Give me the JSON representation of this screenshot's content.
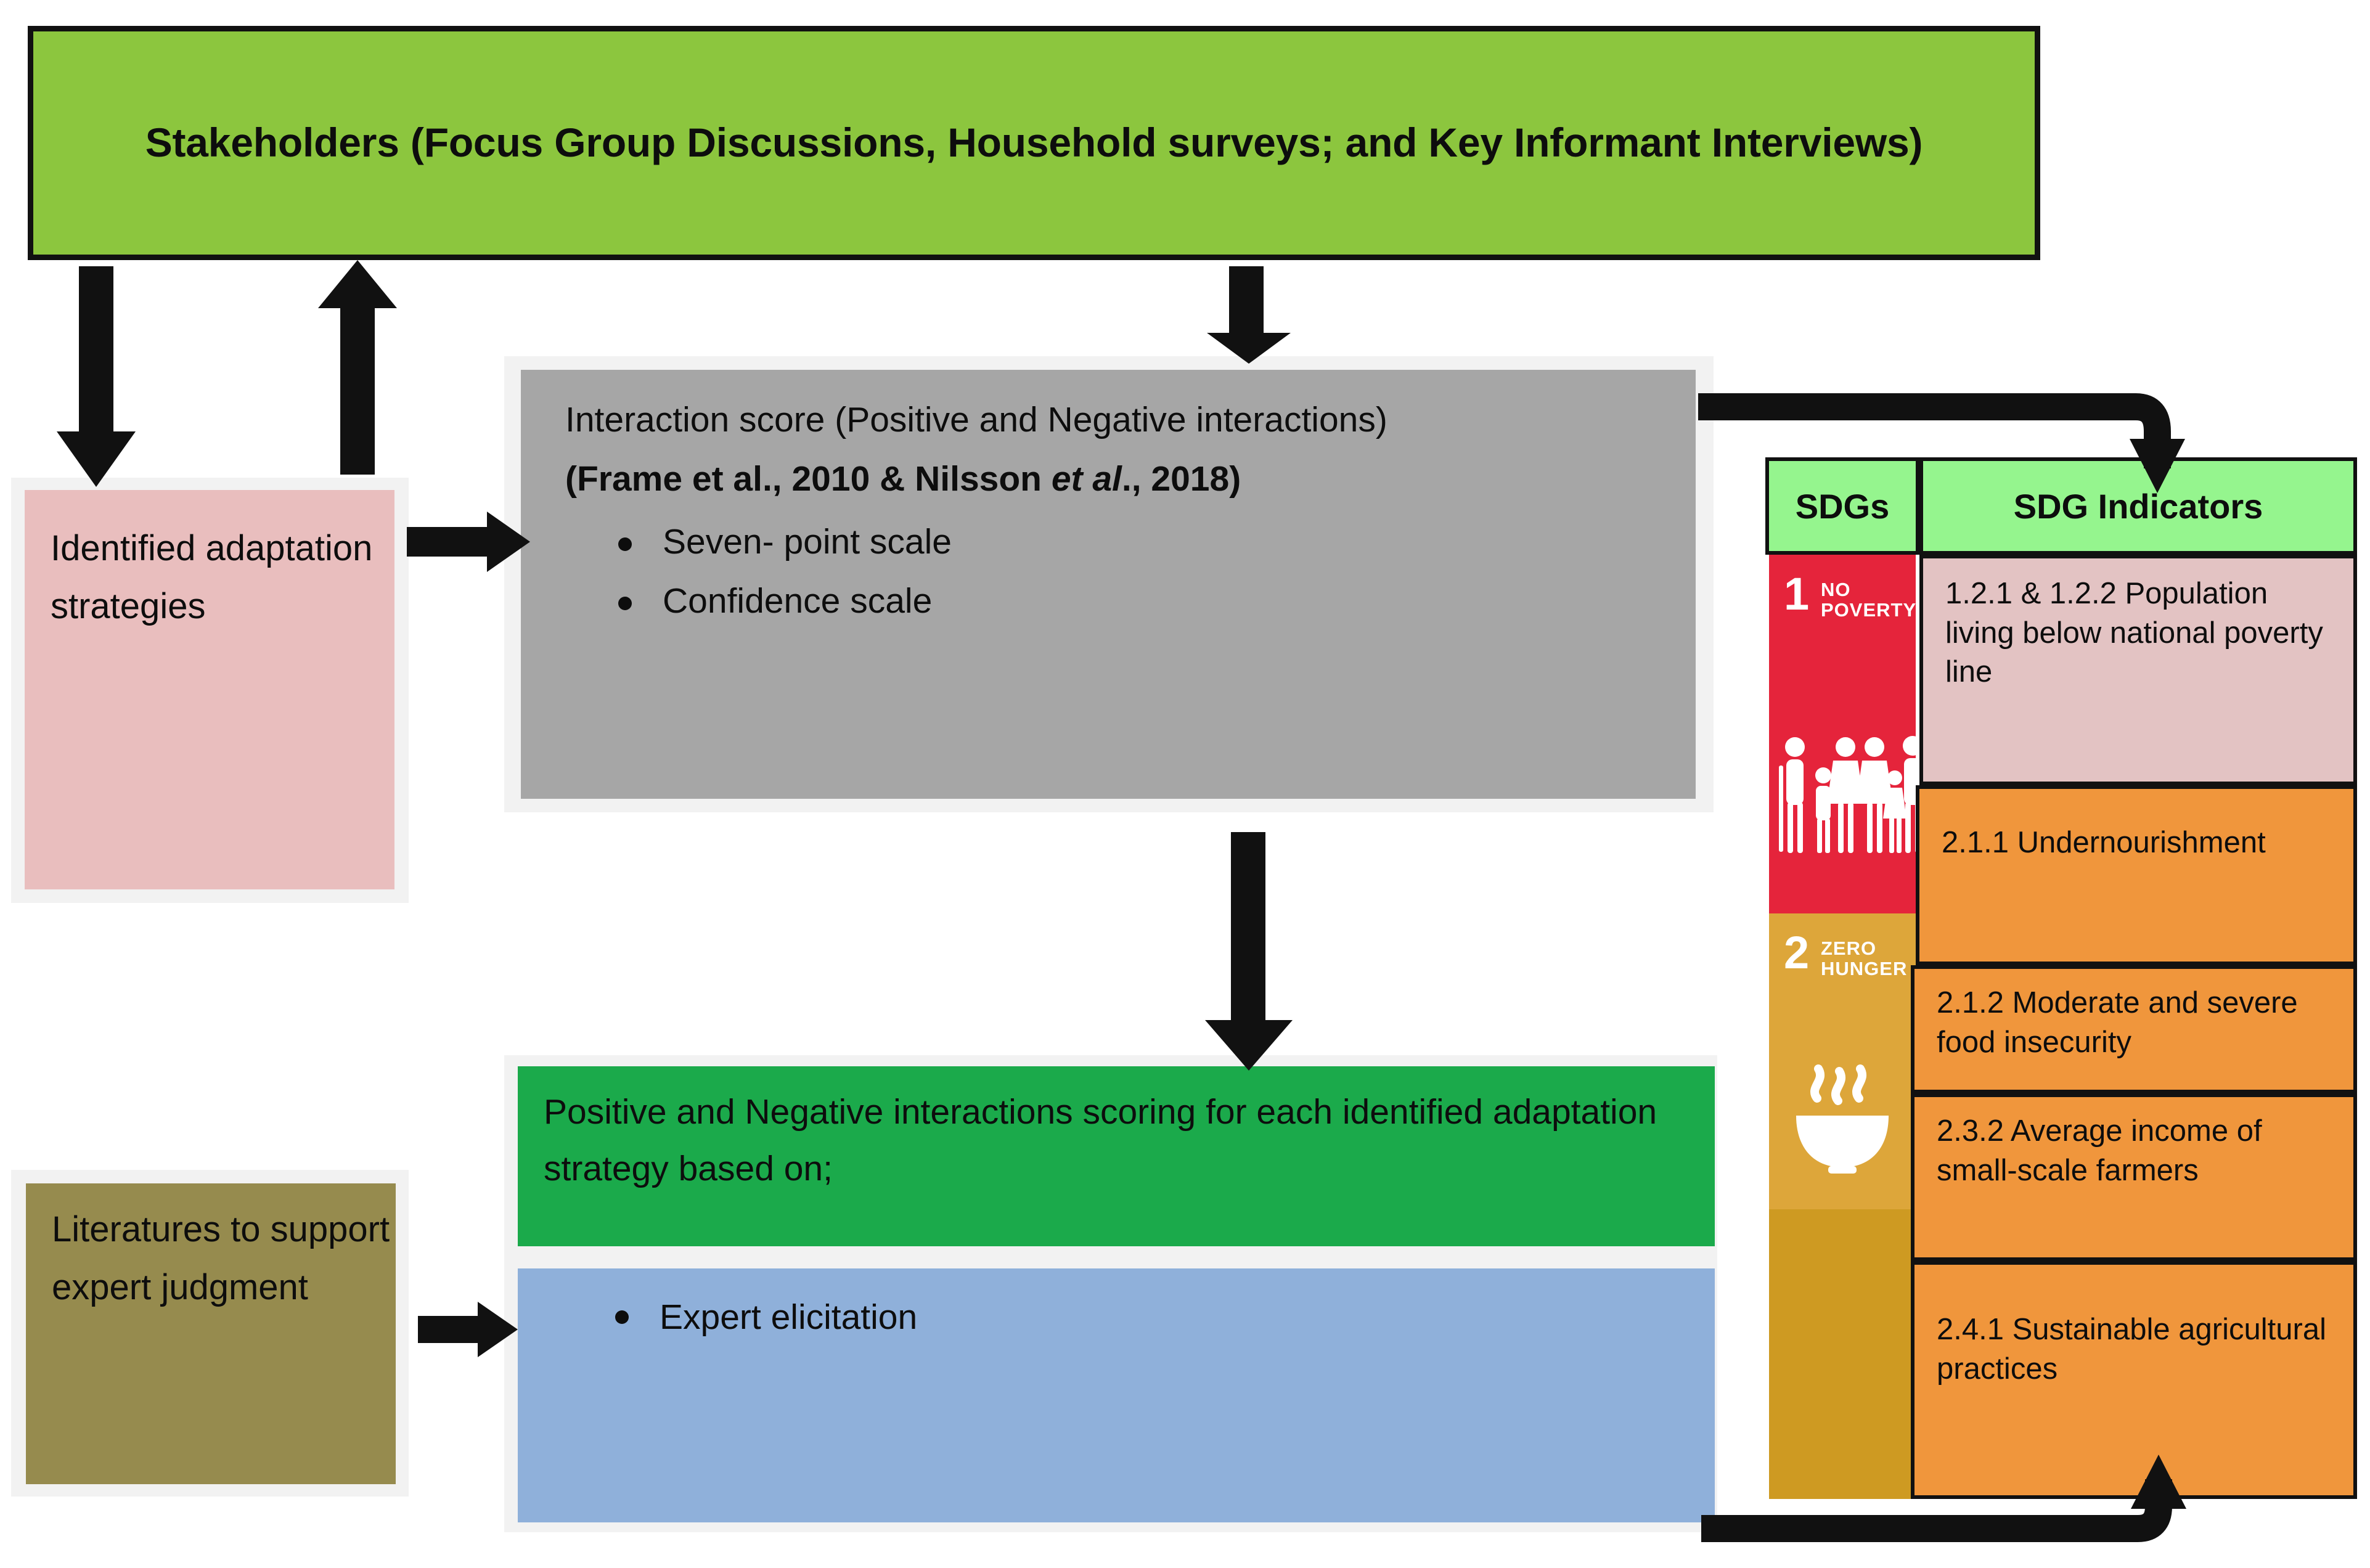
{
  "header": {
    "title": "Stakeholders (Focus Group Discussions, Household surveys; and Key Informant Interviews)"
  },
  "boxes": {
    "identified_strategies": "Identified adaptation strategies",
    "literatures": "Literatures to support expert judgment",
    "interaction_score": {
      "line1": "Interaction score (Positive and Negative interactions)",
      "line2_a": "(Frame et al., 2010 & Nilsson ",
      "line2_em": "et al",
      "line2_b": ".,  2018)",
      "bullets": [
        "Seven- point scale",
        "Confidence scale"
      ]
    },
    "scoring": "Positive and Negative interactions scoring for each identified adaptation strategy based on;",
    "scoring_bullets": [
      "Expert elicitation"
    ]
  },
  "sdg_table": {
    "headers": {
      "goals": "SDGs",
      "indicators": "SDG Indicators"
    },
    "goals": [
      {
        "number": "1",
        "line1": "NO",
        "line2": "POVERTY",
        "color": "#E5243B",
        "icon": "no-poverty-family-icon"
      },
      {
        "number": "2",
        "line1": "ZERO",
        "line2": "HUNGER",
        "color": "#DDA63A",
        "icon": "zero-hunger-bowl-icon"
      }
    ],
    "indicators": [
      "1.2.1 & 1.2.2 Population living below national poverty line",
      "2.1.1 Undernourishment",
      "2.1.2 Moderate and severe food insecurity",
      "2.3.2 Average income of small-scale farmers",
      "2.4.1 Sustainable agricultural practices"
    ]
  },
  "colors": {
    "header_green": "#8CC63E",
    "pink": "#E9BEBE",
    "olive": "#968B4E",
    "gray": "#A6A6A6",
    "green": "#1BAA4B",
    "blue": "#8FB0DA",
    "table_header_green": "#95F58E",
    "indicator_orange": "#F0963C",
    "indicator_pink": "#E3C3C3",
    "arrow_black": "#111111"
  },
  "arrows": [
    {
      "name": "stakeholders-to-strategies",
      "direction": "down"
    },
    {
      "name": "strategies-to-stakeholders",
      "direction": "up"
    },
    {
      "name": "stakeholders-to-interaction-score",
      "direction": "down"
    },
    {
      "name": "strategies-to-interaction-score",
      "direction": "right"
    },
    {
      "name": "interaction-score-to-scoring",
      "direction": "down"
    },
    {
      "name": "literatures-to-expert-elicitation",
      "direction": "right"
    },
    {
      "name": "interaction-score-to-sdg-table",
      "direction": "down-elbow"
    },
    {
      "name": "expert-elicitation-to-sdg-table",
      "direction": "up-elbow"
    }
  ]
}
